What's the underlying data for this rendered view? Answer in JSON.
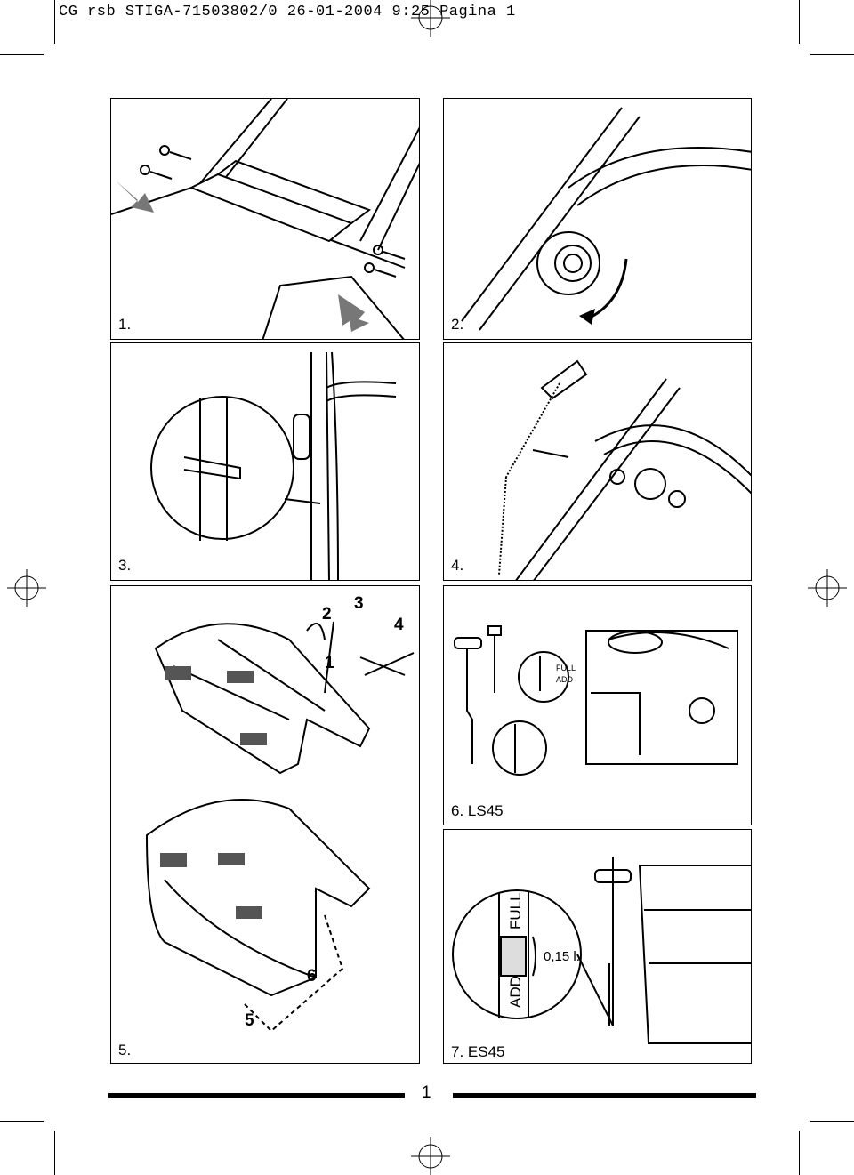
{
  "header": {
    "slug": "CG rsb STIGA-71503802/0   26-01-2004   9:25   Pagina 1"
  },
  "figures": [
    {
      "id": "1",
      "caption": "1."
    },
    {
      "id": "2",
      "caption": "2."
    },
    {
      "id": "3",
      "caption": "3."
    },
    {
      "id": "4",
      "caption": "4."
    },
    {
      "id": "5",
      "caption": "5.",
      "callouts": [
        "2",
        "3",
        "4",
        "1",
        "6",
        "5"
      ]
    },
    {
      "id": "6",
      "caption": "6. LS45",
      "labels": {
        "full": "FULL",
        "add": "ADD"
      }
    },
    {
      "id": "7",
      "caption": "7. ES45",
      "labels": {
        "full": "FULL",
        "add": "ADD",
        "volume": "0,15 l."
      }
    }
  ],
  "footer": {
    "page_number": "1"
  }
}
